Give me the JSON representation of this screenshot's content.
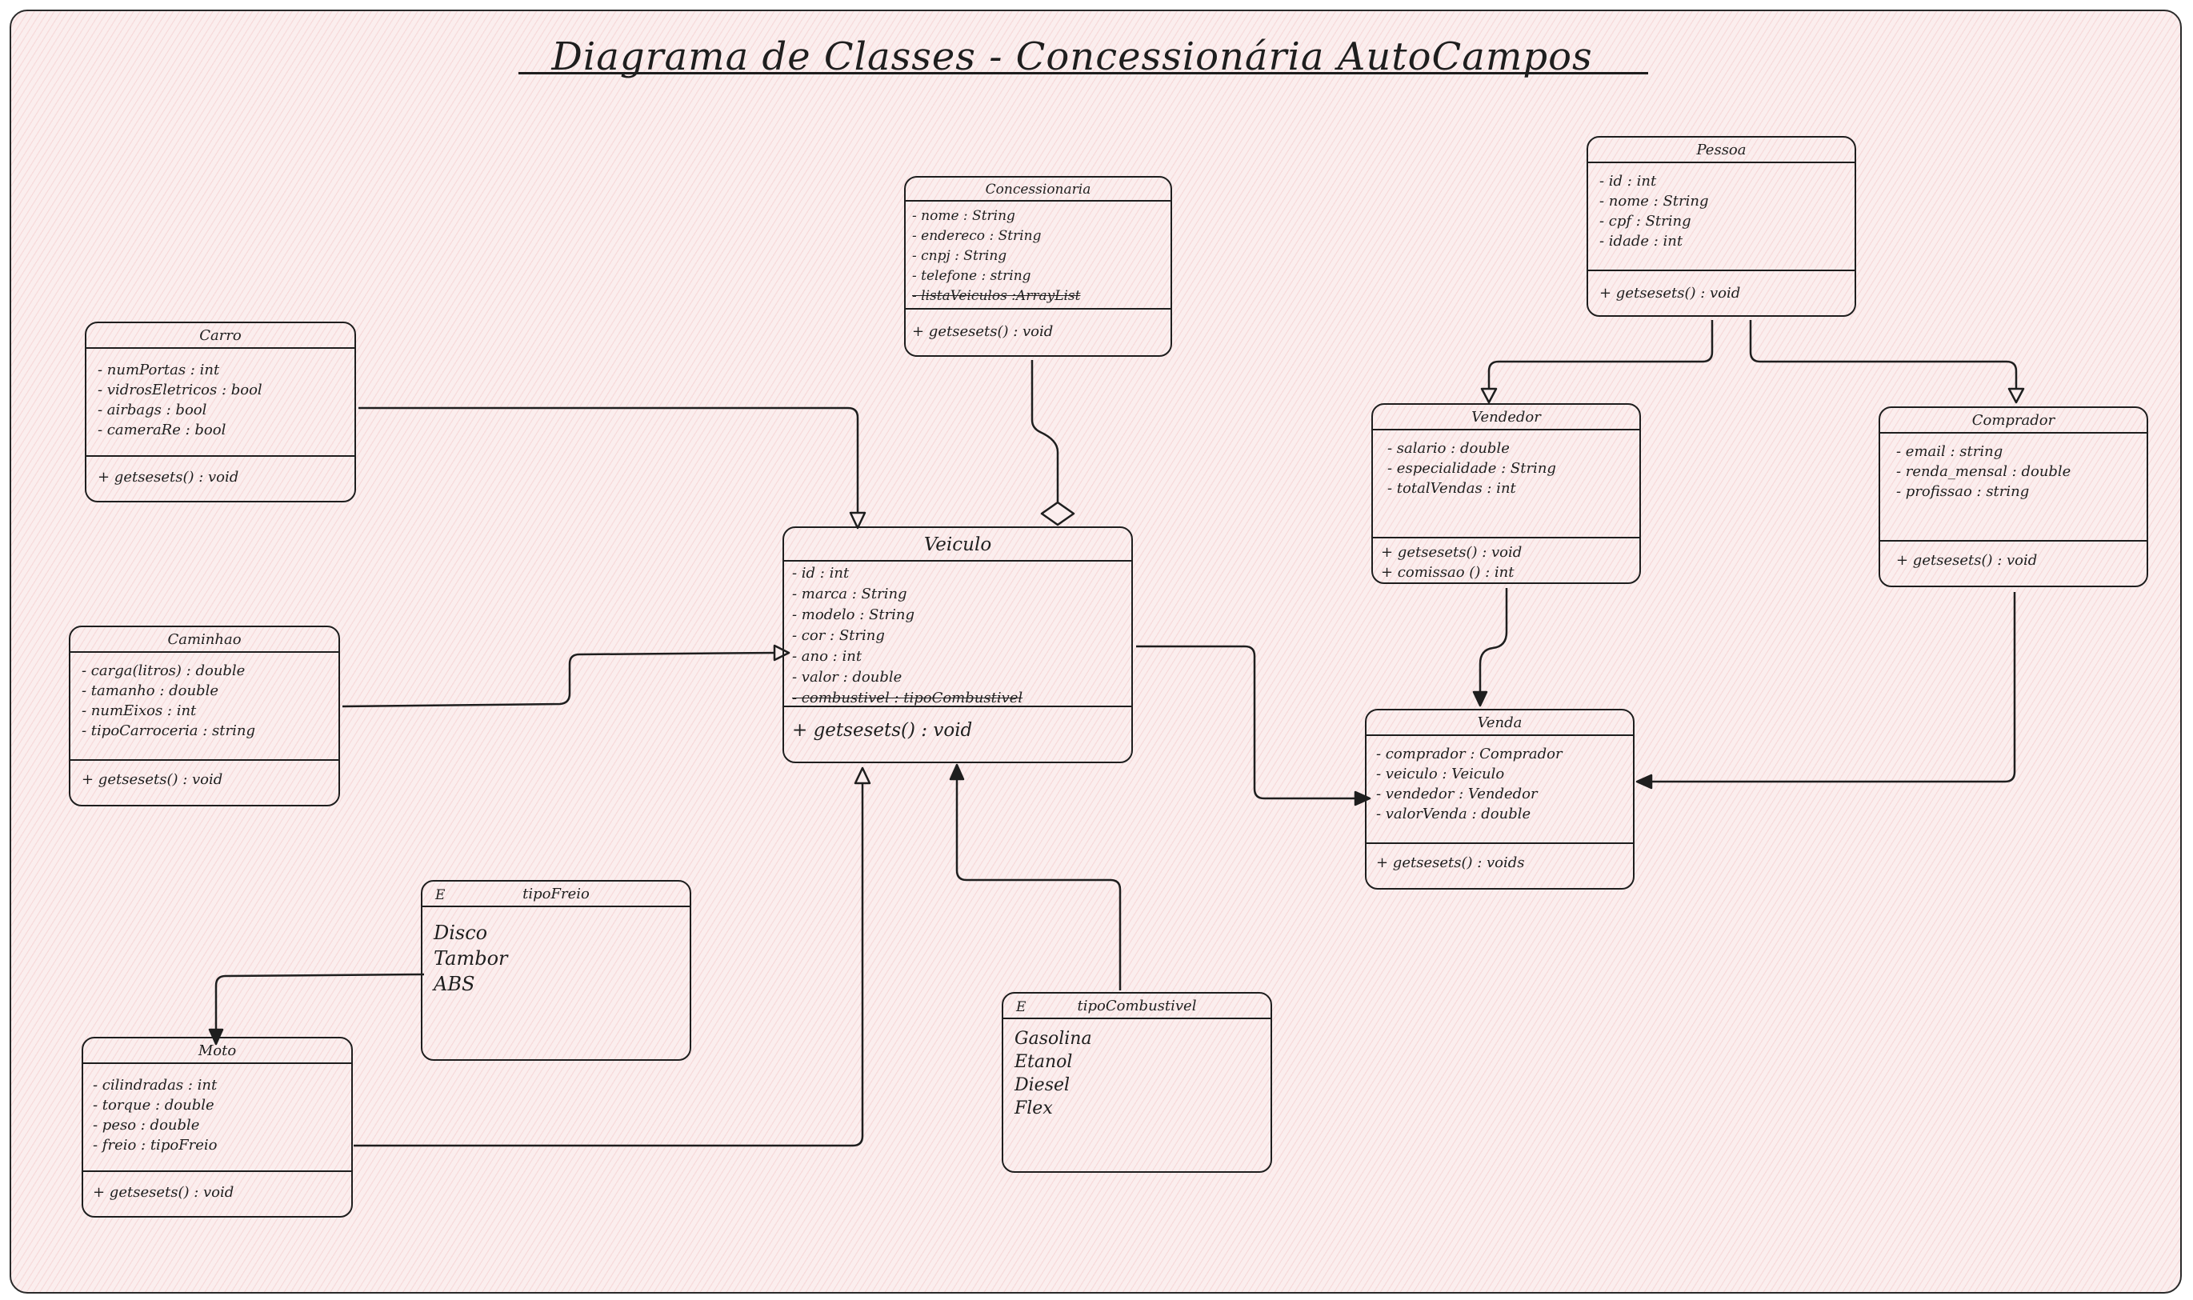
{
  "title": "Diagrama de Classes - Concessionária AutoCampos",
  "colors": {
    "background": "#fbeeee",
    "hatch": "#e07878",
    "ink": "#1e1e1e"
  },
  "classes": {
    "concessionaria": {
      "name": "Concessionaria",
      "attributes": [
        "- nome : String",
        "- endereco : String",
        "- cnpj : String",
        "- telefone : string",
        "- listaVeiculos :ArrayList"
      ],
      "methods": [
        "+ getsesets() : void"
      ]
    },
    "pessoa": {
      "name": "Pessoa",
      "attributes": [
        "- id : int",
        "- nome : String",
        "- cpf : String",
        "- idade : int"
      ],
      "methods": [
        "+ getsesets() : void"
      ]
    },
    "carro": {
      "name": "Carro",
      "attributes": [
        "- numPortas : int",
        "- vidrosEletricos : bool",
        "- airbags : bool",
        "- cameraRe : bool"
      ],
      "methods": [
        "+ getsesets() : void"
      ]
    },
    "veiculo": {
      "name": "Veiculo",
      "attributes": [
        "- id : int",
        "- marca : String",
        "- modelo : String",
        "- cor : String",
        "- ano : int",
        "- valor : double",
        "- combustivel : tipoCombustivel"
      ],
      "methods": [
        "+ getsesets() : void"
      ]
    },
    "vendedor": {
      "name": "Vendedor",
      "attributes": [
        "- salario : double",
        "- especialidade : String",
        "- totalVendas : int"
      ],
      "methods": [
        "+ getsesets() : void",
        "+ comissao () : int"
      ]
    },
    "comprador": {
      "name": "Comprador",
      "attributes": [
        "- email : string",
        "- renda_mensal : double",
        "- profissao : string"
      ],
      "methods": [
        "+ getsesets() : void"
      ]
    },
    "caminhao": {
      "name": "Caminhao",
      "attributes": [
        "- carga(litros) : double",
        "- tamanho : double",
        "- numEixos : int",
        "- tipoCarroceria : string"
      ],
      "methods": [
        "+ getsesets() : void"
      ]
    },
    "venda": {
      "name": "Venda",
      "attributes": [
        "- comprador : Comprador",
        "- veiculo : Veiculo",
        "- vendedor : Vendedor",
        "- valorVenda : double"
      ],
      "methods": [
        "+ getsesets() : voids"
      ]
    },
    "moto": {
      "name": "Moto",
      "attributes": [
        "- cilindradas : int",
        "- torque : double",
        "- peso : double",
        "- freio : tipoFreio"
      ],
      "methods": [
        "+ getsesets() : void"
      ]
    }
  },
  "enums": {
    "tipoFreio": {
      "marker": "E",
      "name": "tipoFreio",
      "values": [
        "Disco",
        "Tambor",
        "ABS"
      ]
    },
    "tipoCombustivel": {
      "marker": "E",
      "name": "tipoCombustivel",
      "values": [
        "Gasolina",
        "Etanol",
        "Diesel",
        "Flex"
      ]
    }
  }
}
